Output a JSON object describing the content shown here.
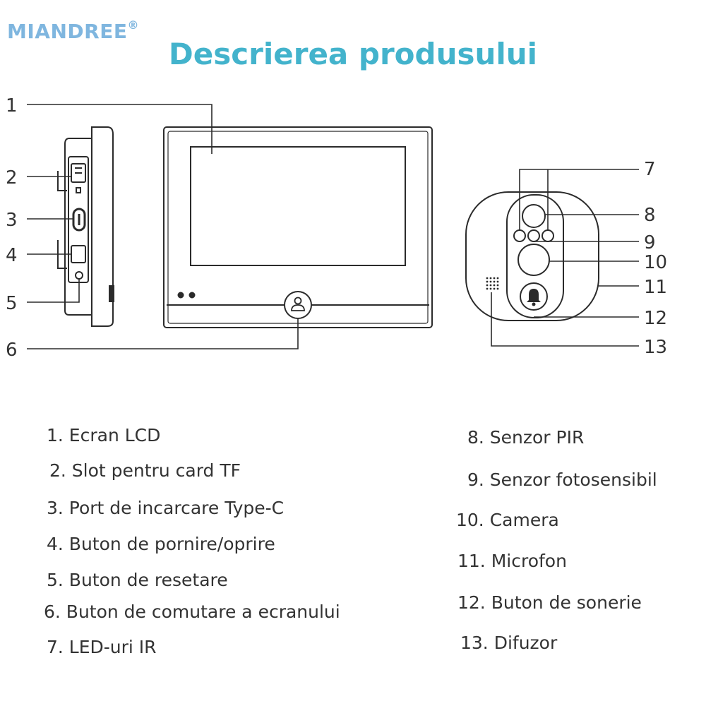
{
  "brand": {
    "name": "MIANDREE",
    "mark": "®"
  },
  "title": "Descrierea produsului",
  "callouts": [
    "1",
    "2",
    "3",
    "4",
    "5",
    "6",
    "7",
    "8",
    "9",
    "10",
    "11",
    "12",
    "13"
  ],
  "legend": [
    "1.  Ecran LCD",
    "2. Slot pentru card TF",
    "3. Port de incarcare Type-C",
    "4. Buton de pornire/oprire",
    "5. Buton de resetare",
    "6. Buton de comutare a ecranului",
    "7. LED-uri IR",
    "8. Senzor PIR",
    "9. Senzor fotosensibil",
    "10. Camera",
    "11. Microfon",
    "12. Buton de sonerie",
    "13. Difuzor"
  ]
}
